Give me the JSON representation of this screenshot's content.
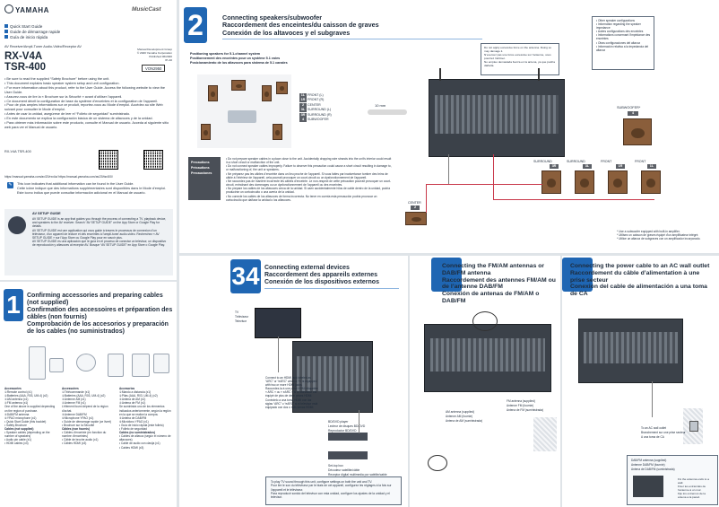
{
  "brand": {
    "logo": "YAMAHA",
    "musiccast": "MusicCast"
  },
  "guide_titles": [
    "Quick Start Guide",
    "Guide de démarrage rapide",
    "Guía de inicio rápida"
  ],
  "product_line": "AV Receiver/Ampli-Tuner Audio-Vidéo/Receptor AV",
  "models": [
    "RX-V4A",
    "TSR-400"
  ],
  "corp_info": [
    "Manual Development Group",
    "© 2020 Yamaha Corporation",
    "Published 06/2020",
    "IP-A0"
  ],
  "doc_code": "VON2950",
  "bullets": [
    "• Be sure to read the supplied “Safety Brochure” before using the unit.",
    "• This document explains basic speaker system setup and unit configuration.",
    "• For more information about this product, refer to the User Guide. Access the following website to view the User Guide.",
    "• Assurez-vous de lire la « Brochure sur la Sécurité » avant d’utiliser l’appareil.",
    "• Ce document décrit la configuration de base du système d’enceintes et la configuration de l’appareil.",
    "• Pour de plus amples informations sur ce produit, reportez-vous au Mode d’emploi. Accédez au site Web suivant pour consulter le Mode d’emploi.",
    "• Antes de usar la unidad, asegúrese de leer el “Folleto de seguridad” suministrado.",
    "• En este documento se explica la configuración básica de un sistema de altavoces y de la unidad.",
    "• Para obtener más información sobre este producto, consulte el Manual de usuario. Acceda al siguiente sitio web para ver el Manual de usuario."
  ],
  "rx_label": "RX-V4A TSR-400",
  "url": "https://manual.yamaha.com/av/20/rxv4a/   https://manual.yamaha.com/av/20/tsr400/",
  "note_lines": [
    "This icon indicates that additional information can be found in the User Guide.",
    "Cette icône indique que des informations supplémentaires sont disponibles dans le Mode d’emploi.",
    "Este icono indica que puede consultar información adicional en el Manual de usuario."
  ],
  "av_setup": {
    "title": "AV SETUP GUIDE",
    "lines": [
      "AV SETUP GUIDE is an app that guides you through the process of connecting a TV, playback device, and speakers to the AV receiver. Search “AV SETUP GUIDE” on the App Store or Google Play for details.",
      "AV SETUP GUIDE est une application qui vous guide à travers le processus de connexion d’un téléviseur, d’un appareil de lecture et des enceintes à l’ampli-tuner audio-vidéo. Recherchez « AV SETUP GUIDE » sur l’App Store ou Google Play pour en savoir plus.",
      "AV SETUP GUIDE es una aplicación que le guía en el proceso de conectar un televisor, un dispositivo de reproducción y altavoces al receptor AV. Busque “AV SETUP GUIDE” en App Store o Google Play."
    ]
  },
  "section1": {
    "number": "1",
    "titles": [
      "Confirming accessories and preparing cables (not supplied)",
      "Confirmation des accessoires et préparation des câbles (non fournis)",
      "Comprobación de los accesorios y preparación de los cables (no suministrados)"
    ],
    "col_heads": [
      "Accessories",
      "Accessoires",
      "Accesorios"
    ],
    "col1": [
      "①Remote control (x1)",
      "②Batteries (AAA, R03, UM-4) (x2)",
      "③AM antenna (x1)",
      "④FM antenna (x1)",
      "One of the above is supplied depending on the region of purchase.",
      "⑤DAB/FM antenna",
      "⑥YPAO microphone (x1)",
      "• Quick Start Guide (this booklet)",
      "• Safety Brochure",
      "Cables (not supplied)",
      "• Speaker cables (depending on the number of speakers)",
      "• Audio pin cable (x1)",
      "• HDMI cables (x3)"
    ],
    "col2": [
      "①Télécommande (x1)",
      "②Batteries (AAA, R03, UM-4) (x2)",
      "③Antenne AM (x1)",
      "④Antenne FM (x1)",
      "L’élément fourni dépend de la région d’achat.",
      "⑤Antenne DAB/FM",
      "⑥Microphone YPAO (x1)",
      "• Guide de démarrage rapide (ce livret)",
      "• Brochure sur la Sécurité",
      "Câbles (non fournis)",
      "• Câbles d’enceinte (en fonction du nombre d’enceintes)",
      "• Câble de broche audio (x1)",
      "• Câbles HDMI (x3)"
    ],
    "col3": [
      "①Mando a distancia (x1)",
      "②Pilas (AAA, R03, UM-4) (x2)",
      "③Antena de AM (x1)",
      "④Antena de FM (x1)",
      "Se suministra uno de los elementos indicados anteriormente, según la región en la que se realice la compra.",
      "⑤Antena de DAB/FM",
      "⑥Micrófono YPAO (x1)",
      "• Guía de inicio rápida (este folleto)",
      "• Folleto de seguridad",
      "Cables (no suministrados)",
      "• Cables de altavoz (según el número de altavoces)",
      "• Cable de audio con clavija (x1)",
      "• Cables HDMI (x3)"
    ]
  },
  "section2": {
    "number": "2",
    "titles": [
      "Connecting speakers/subwoofer",
      "Raccordement des enceintes/du caisson de graves",
      "Conexión de los altavoces y el subgraves"
    ],
    "positions": [
      "Positioning speakers for 5.1-channel system",
      "Positionnement des enceintes pour un système 5.1 voies",
      "Posicionamiento de los altavoces para sistema de 5.1 canales"
    ],
    "legend": [
      "FRONT (L)",
      "FRONT (R)",
      "CENTER",
      "SURROUND (L)",
      "SURROUND (R)",
      "SUBWOOFER"
    ],
    "legend_tags": [
      "1L",
      "1R",
      "2",
      "3L",
      "3R",
      "4"
    ],
    "wire_note": [
      "Do not apply excessive force on the antenna. Doing so may damage it.",
      "N’exercez pas une force excessive sur l’antenne, vous pourriez l’abîmer.",
      "No empleo demasiada fuerza en la antena, ya que podría dañarla."
    ],
    "wire_length": "10 mm",
    "other_config": [
      "• Other speaker configurations",
      "• Information regarding the speaker impedance",
      "• Autres configurations des enceintes",
      "• Informations concernant l’impédance des enceintes",
      "• Otras configuraciones del altavoz",
      "• Información relativa a la impedancia del altavoz"
    ],
    "subwoofer_label": "SUBWOOFER*",
    "speaker_labels": [
      "SURROUND",
      "SURROUND",
      "FRONT",
      "FRONT",
      "CENTER"
    ],
    "speaker_tags": [
      "3R",
      "3L",
      "1R",
      "1L",
      "2"
    ],
    "precaution_heads": [
      "Precautions",
      "Précautions",
      "Precauciones"
    ],
    "precautions": [
      "• Do not prepare speaker cables in a place close to the unit. Accidentally dropping wire strands into the unit’s interior could result in a short circuit or malfunction of the unit.",
      "• Do not connect speaker cables improperly. Failure to observe this precaution could cause a short circuit resulting in damage to, or malfunctioning of, the unit or speakers.",
      "• Ne préparez pas les câbles d’enceinte dans un lieu proche de l’appareil. Si vous faites par inadvertance tomber des brins de câble à l’intérieur de l’appareil, cela pourrait provoquer un court-circuit ou un dysfonctionnement de l’appareil.",
      "• Ne raccordez pas de manière incorrecte les câbles d’enceinte. Le non-respect de cette précaution pourrait provoquer un court-circuit, entraînant des dommages ou un dysfonctionnement de l’appareil ou des enceintes.",
      "• No prepare los cables de los altavoces cerca de la unidad. Si caen accidentalmente hilos de cable dentro de la unidad, podría producirse un cortocircuito o una avería de la unidad.",
      "• No conecte los cables de los altavoces de forma incorrecta. No tener en cuenta esta precaución podría provocar un cortocircuito que dañase la unidad o los altavoces."
    ],
    "footnotes": [
      "* Use a subwoofer equipped with built-in amplifier.",
      "* Utilisez un caisson de graves équipé d’un amplificateur intégré.",
      "* Utilice un altavoz de subgraves con un amplificador incorporado."
    ]
  },
  "section34": {
    "number": "34",
    "titles": [
      "Connecting external devices",
      "Raccordement des appareils externes",
      "Conexión de los dispositivos externos"
    ],
    "tv_label": [
      "TV",
      "Téléviseur",
      "Televisor"
    ],
    "tv_note": [
      "Connect to an HDMI jack labeled as “ARC” or “eARC” when a TV is equipped with two or more HDMI jacks.",
      "Raccordez-la à une prise HDMI étiquetée « ARC » ou « eARC » si le téléviseur est équipé de plus de deux prises HDMI.",
      "Conéctelo a una toma HDMI con las siglas “ARC” o “eARC” si el televisor está equipado con dos o más tomas HDMI."
    ],
    "bd_label": [
      "BD/DVD player",
      "Lecteur de disques BD/DVD",
      "Reproductor BD/DVD"
    ],
    "stb_label": [
      "Set-top box",
      "Décodeur satellite/câble",
      "Receptor digital multimedia por satélite/cable"
    ],
    "bottom_note": [
      "To play TV sound through this unit, configure settings on both the unit and TV.",
      "Pour lire le son du téléviseur par le biais de cet appareil, configurez les réglages à la fois sur l’appareil et le téléviseur.",
      "Para reproducir sonido del televisor con esta unidad, configure los ajustes de la unidad y el televisor."
    ]
  },
  "section_fm": {
    "titles": [
      "Connecting the FM/AM antennas or DAB/FM antenna",
      "Raccordement des antennes FM/AM ou de l’antenne DAB/FM",
      "Conexión de antenas de FM/AM o DAB/FM"
    ],
    "am_label": [
      "AM antenna (supplied)",
      "Antenne AM (fournie)",
      "Antena de AM (suministrada)"
    ],
    "fm_label": [
      "FM antenna (supplied)",
      "Antenne FM (fournie)",
      "Antena de FM (suministrada)"
    ],
    "dab_label": [
      "DAB/FM antenna (supplied)",
      "Antenne DAB/FM (fournie)",
      "Antena de DAB/FM (suministrada)"
    ],
    "fix_note": [
      "Fix the antenna ends to a wall.",
      "Fixer les extrémités de l’antenne à un mur.",
      "Fije los extremos de la antena a la pared."
    ]
  },
  "section_power": {
    "titles": [
      "Connecting the power cable to an AC wall outlet",
      "Raccordement du câble d’alimentation à une prise secteur",
      "Conexión del cable de alimentación a una toma de CA"
    ],
    "outlet_label": [
      "To an AC wall outlet",
      "Branchement sur une prise secteur",
      "A una toma de CA"
    ]
  }
}
